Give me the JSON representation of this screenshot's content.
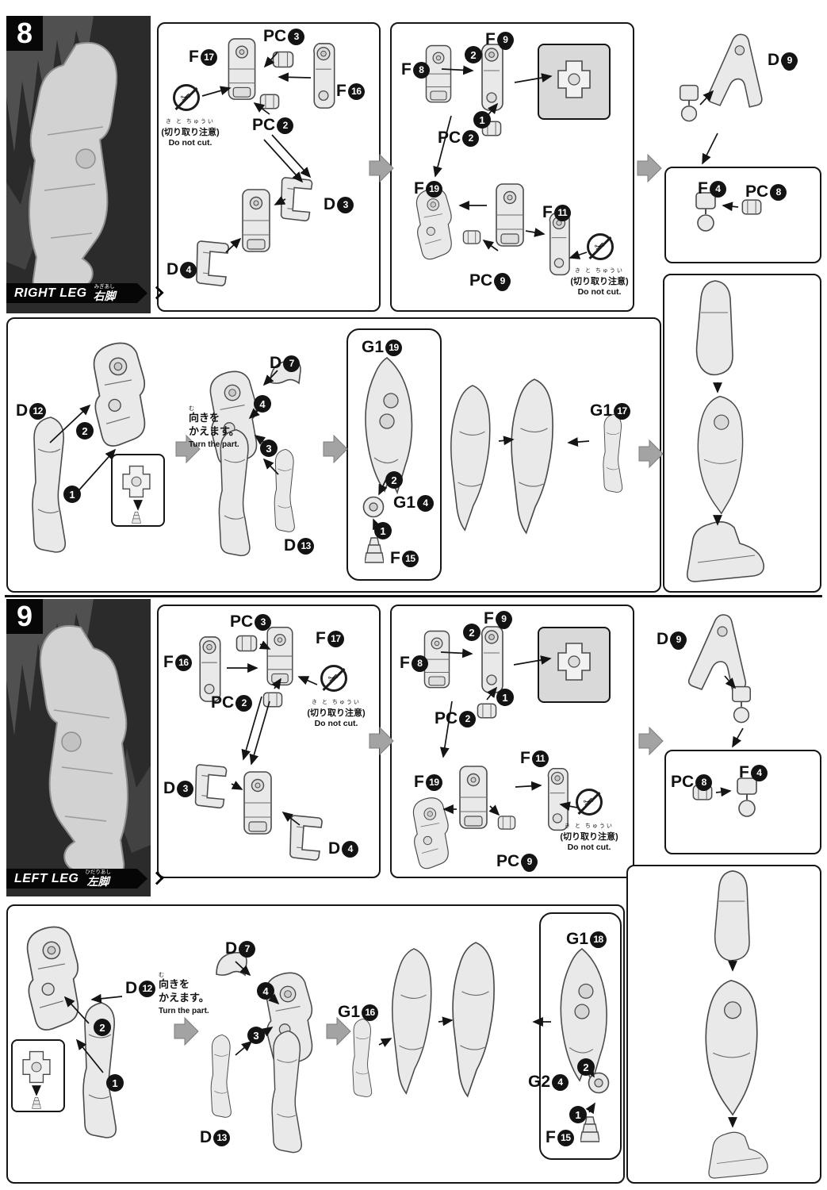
{
  "order": {
    "n1": "1",
    "n2": "2",
    "n3": "3",
    "n4": "4"
  },
  "warning": {
    "furigana": "き と ちゅうい",
    "jp": "(切り取り注意)",
    "en": "Do not cut."
  },
  "turn_note": {
    "furigana": "む",
    "jp1": "向きを",
    "jp2": "かえます。",
    "en": "Turn the part."
  },
  "step8": {
    "number": "8",
    "banner": {
      "en": "RIGHT LEG",
      "furigana": "みぎあし",
      "jp": "右脚"
    },
    "panelA": {
      "labels": {
        "pc3": {
          "prefix": "PC",
          "num": "3"
        },
        "f17": {
          "prefix": "F",
          "num": "17"
        },
        "f16": {
          "prefix": "F",
          "num": "16"
        },
        "pc2": {
          "prefix": "PC",
          "num": "2"
        },
        "d3": {
          "prefix": "D",
          "num": "3"
        },
        "d4": {
          "prefix": "D",
          "num": "4"
        }
      }
    },
    "panelB": {
      "labels": {
        "f9": {
          "prefix": "F",
          "num": "9",
          "underline": true
        },
        "f8": {
          "prefix": "F",
          "num": "8"
        },
        "pc2": {
          "prefix": "PC",
          "num": "2"
        },
        "f19": {
          "prefix": "F",
          "num": "19"
        },
        "f11": {
          "prefix": "F",
          "num": "11"
        },
        "pc9": {
          "prefix": "PC",
          "num": "9",
          "underline": true
        }
      }
    },
    "areaC": {
      "labels": {
        "d9": {
          "prefix": "D",
          "num": "9",
          "underline": true
        },
        "f4": {
          "prefix": "F",
          "num": "4"
        },
        "pc8": {
          "prefix": "PC",
          "num": "8"
        }
      }
    },
    "bottom": {
      "labels": {
        "d12": {
          "prefix": "D",
          "num": "12"
        },
        "d7": {
          "prefix": "D",
          "num": "7"
        },
        "d13": {
          "prefix": "D",
          "num": "13"
        },
        "g1_19": {
          "prefix": "G1",
          "num": "19"
        },
        "g1_4": {
          "prefix": "G1",
          "num": "4"
        },
        "f15": {
          "prefix": "F",
          "num": "15"
        },
        "g1_17": {
          "prefix": "G1",
          "num": "17"
        }
      }
    }
  },
  "step9": {
    "number": "9",
    "banner": {
      "en": "LEFT LEG",
      "furigana": "ひだりあし",
      "jp": "左脚"
    },
    "panelA": {
      "labels": {
        "pc3": {
          "prefix": "PC",
          "num": "3"
        },
        "f17": {
          "prefix": "F",
          "num": "17"
        },
        "f16": {
          "prefix": "F",
          "num": "16"
        },
        "pc2": {
          "prefix": "PC",
          "num": "2"
        },
        "d3": {
          "prefix": "D",
          "num": "3"
        },
        "d4": {
          "prefix": "D",
          "num": "4"
        }
      }
    },
    "panelB": {
      "labels": {
        "f9": {
          "prefix": "F",
          "num": "9",
          "underline": true
        },
        "f8": {
          "prefix": "F",
          "num": "8"
        },
        "pc2": {
          "prefix": "PC",
          "num": "2"
        },
        "f19": {
          "prefix": "F",
          "num": "19"
        },
        "f11": {
          "prefix": "F",
          "num": "11"
        },
        "pc9": {
          "prefix": "PC",
          "num": "9",
          "underline": true
        }
      }
    },
    "areaC": {
      "labels": {
        "d9": {
          "prefix": "D",
          "num": "9",
          "underline": true
        },
        "f4": {
          "prefix": "F",
          "num": "4"
        },
        "pc8": {
          "prefix": "PC",
          "num": "8"
        }
      }
    },
    "bottom": {
      "labels": {
        "d12": {
          "prefix": "D",
          "num": "12"
        },
        "d7": {
          "prefix": "D",
          "num": "7"
        },
        "d13": {
          "prefix": "D",
          "num": "13"
        },
        "g1_16": {
          "prefix": "G1",
          "num": "16"
        },
        "g1_18": {
          "prefix": "G1",
          "num": "18"
        },
        "g2_4": {
          "prefix": "G2",
          "num": "4"
        },
        "f15": {
          "prefix": "F",
          "num": "15"
        }
      }
    }
  }
}
